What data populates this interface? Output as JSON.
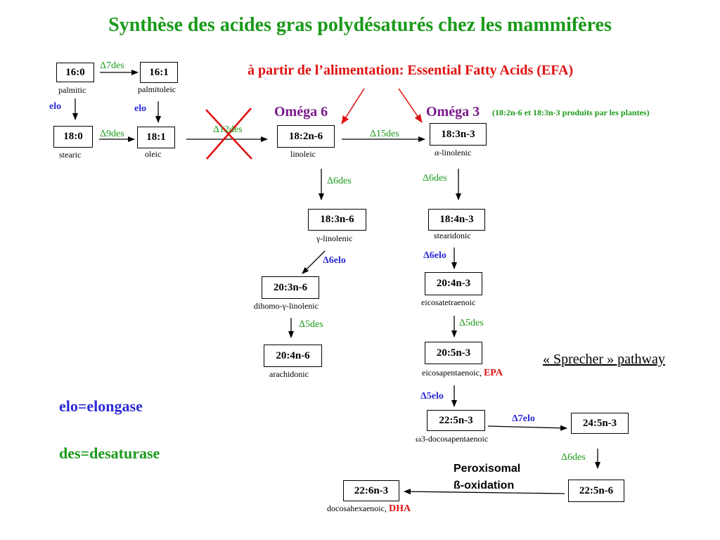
{
  "title": "Synthèse des acides gras polydésaturés chez les mammifères",
  "diet_note": "à partir de l’alimentation: Essential Fatty Acids (EFA)",
  "omega6": "Oméga 6",
  "omega3": "Oméga 3",
  "plants_note": "(18:2n-6 et 18:3n-3 produits par les plantes)",
  "pathway": "« Sprecher » pathway",
  "legend": {
    "elo": "elo=elongase",
    "des": "des=desaturase"
  },
  "peroxisomal": {
    "line1": "Peroxisomal",
    "line2": "ß-oxidation"
  },
  "colors": {
    "title": "#1a9a1a",
    "red": "#e01010",
    "purple": "#7a1a8a",
    "blue": "#2b2bd6",
    "green": "#1a9a1a"
  },
  "nodes": {
    "c16_0": {
      "code": "16:0",
      "name": "palmitic"
    },
    "c16_1": {
      "code": "16:1",
      "name": "palmitoleic"
    },
    "c18_0": {
      "code": "18:0",
      "name": "stearic"
    },
    "c18_1": {
      "code": "18:1",
      "name": "oleic"
    },
    "c18_2n6": {
      "code": "18:2n-6",
      "name": "linoleic"
    },
    "c18_3n3": {
      "code": "18:3n-3",
      "name": "α-linolenic"
    },
    "c18_3n6": {
      "code": "18:3n-6",
      "name": "γ-linolenic"
    },
    "c18_4n3": {
      "code": "18:4n-3",
      "name": "stearidonic"
    },
    "c20_3n6": {
      "code": "20:3n-6",
      "name": "dihomo-γ-linolenic"
    },
    "c20_4n3": {
      "code": "20:4n-3",
      "name": "eicosatetraenoic"
    },
    "c20_4n6": {
      "code": "20:4n-6",
      "name": "arachidonic"
    },
    "c20_5n3": {
      "code": "20:5n-3",
      "name": "eicosapentaenoic,",
      "abbr": "EPA"
    },
    "c22_5n3": {
      "code": "22:5n-3",
      "name": "ω3-docosapentaenoic"
    },
    "c24_5n3": {
      "code": "24:5n-3"
    },
    "c22_5n6": {
      "code": "22:5n-6"
    },
    "c22_6n3": {
      "code": "22:6n-3",
      "name": "docosahexaenoic,",
      "abbr": "DHA"
    }
  },
  "enzymes": {
    "d7des": "Δ7des",
    "elo_left": "elo",
    "elo_right": "elo",
    "d9des": "Δ9des",
    "d12des": "Δ12des",
    "d15des": "Δ15des",
    "d6des_n6": "Δ6des",
    "d6des_n3": "Δ6des",
    "d6elo_n6": "Δ6elo",
    "d6elo_n3": "Δ6elo",
    "d5des_n6": "Δ5des",
    "d5des_n3": "Δ5des",
    "d5elo": "Δ5elo",
    "d7elo": "Δ7elo",
    "d6des_final": "Δ6des"
  }
}
